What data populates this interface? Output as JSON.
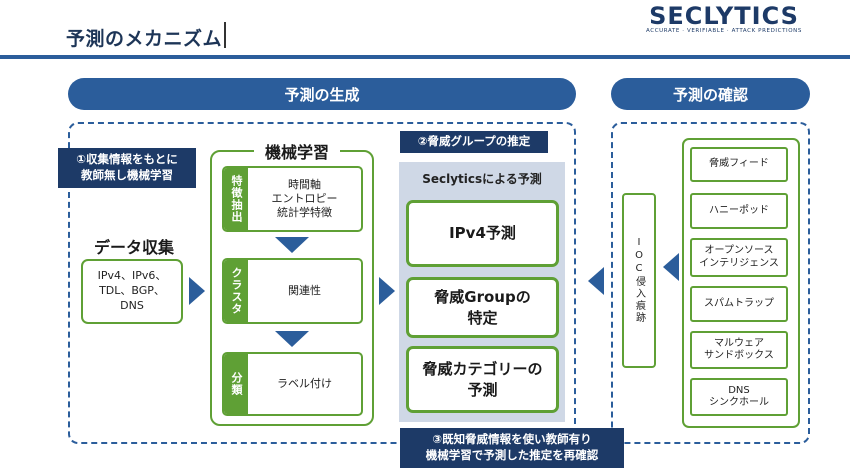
{
  "header": {
    "title": "予測のメカニズム",
    "logo_text": "SECLYTICS",
    "logo_tagline": "ACCURATE · VERIFIABLE · ATTACK PREDICTIONS"
  },
  "sections": {
    "generation": "予測の生成",
    "confirmation": "予測の確認"
  },
  "notes": {
    "step1_line1": "①収集情報をもとに",
    "step1_line2": "教師無し機械学習",
    "step2": "②脅威グループの推定",
    "step3_line1": "③既知脅威情報を使い教師有り",
    "step3_line2": "機械学習で予測した推定を再確認"
  },
  "data_collection": {
    "title": "データ収集",
    "line1": "IPv4、IPv6、",
    "line2": "TDL、BGP、",
    "line3": "DNS"
  },
  "machine_learning": {
    "title": "機械学習",
    "steps": [
      {
        "side": "特徴抽出",
        "lines": [
          "時間軸",
          "エントロピー",
          "統計学特徴"
        ]
      },
      {
        "side": "クラスタ",
        "lines": [
          "関連性"
        ]
      },
      {
        "side": "分類",
        "lines": [
          "ラベル付け"
        ]
      }
    ]
  },
  "prediction": {
    "title": "Seclyticsによる予測",
    "items": [
      {
        "line1": "IPv4予測",
        "line2": ""
      },
      {
        "line1": "脅威Groupの",
        "line2": "特定"
      },
      {
        "line1": "脅威カテゴリーの",
        "line2": "予測"
      }
    ]
  },
  "ioc": {
    "label": "IOC侵入痕跡"
  },
  "sources": [
    {
      "line1": "脅威フィード",
      "line2": ""
    },
    {
      "line1": "ハニーポッド",
      "line2": ""
    },
    {
      "line1": "オープンソース",
      "line2": "インテリジェンス"
    },
    {
      "line1": "スパムトラップ",
      "line2": ""
    },
    {
      "line1": "マルウェア",
      "line2": "サンドボックス"
    },
    {
      "line1": "DNS",
      "line2": "シンクホール"
    }
  ],
  "colors": {
    "primary_blue": "#2b5d9b",
    "dark_navy": "#1d3a67",
    "green": "#5fa035",
    "panel_gray": "#cfd8e6"
  }
}
